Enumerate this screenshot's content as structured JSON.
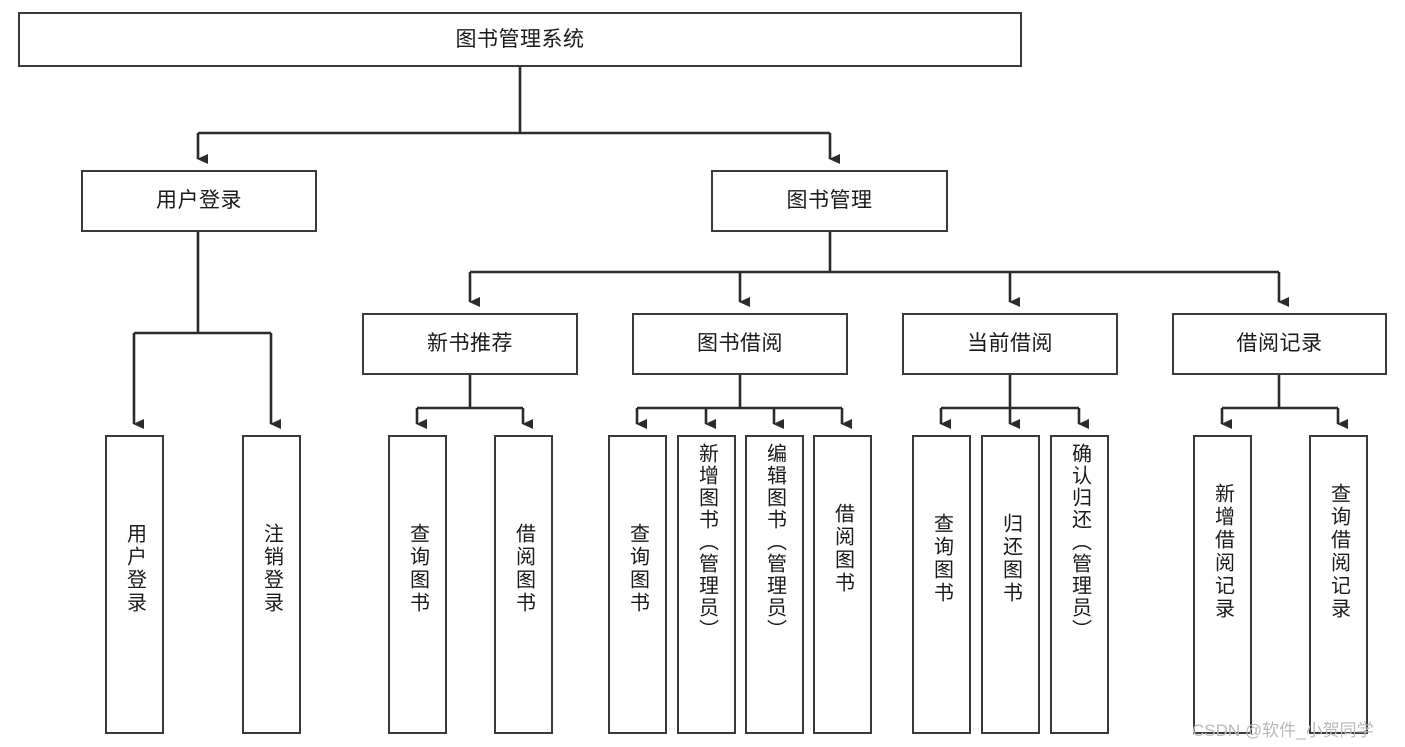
{
  "diagram": {
    "title": "图书管理系统",
    "type": "hierarchy-tree",
    "colors": {
      "box_stroke": "#3a3a3a",
      "box_fill": "#ffffff",
      "connector": "#2b2b2b",
      "text": "#1a1a1a",
      "watermark": "#b9b9b9"
    },
    "nodes": {
      "root": {
        "label": "图书管理系统"
      },
      "level2": [
        {
          "id": "user-login",
          "label": "用户登录"
        },
        {
          "id": "book-manage",
          "label": "图书管理"
        }
      ],
      "level3": [
        {
          "id": "new-book-recommend",
          "label": "新书推荐"
        },
        {
          "id": "book-borrow",
          "label": "图书借阅"
        },
        {
          "id": "current-borrow",
          "label": "当前借阅"
        },
        {
          "id": "borrow-record",
          "label": "借阅记录"
        }
      ],
      "leaves": {
        "user-login": [
          {
            "id": "leaf-user-login",
            "label": "用户登录"
          },
          {
            "id": "leaf-logout",
            "label": "注销登录"
          }
        ],
        "new-book-recommend": [
          {
            "id": "leaf-query-book-1",
            "label": "查询图书"
          },
          {
            "id": "leaf-borrow-book-1",
            "label": "借阅图书"
          }
        ],
        "book-borrow": [
          {
            "id": "leaf-query-book-2",
            "label": "查询图书"
          },
          {
            "id": "leaf-add-book",
            "label": "新增图书（管理员）"
          },
          {
            "id": "leaf-edit-book",
            "label": "编辑图书（管理员）"
          },
          {
            "id": "leaf-borrow-book-2",
            "label": "借阅图书"
          }
        ],
        "current-borrow": [
          {
            "id": "leaf-query-book-3",
            "label": "查询图书"
          },
          {
            "id": "leaf-return-book",
            "label": "归还图书"
          },
          {
            "id": "leaf-confirm-return",
            "label": "确认归还（管理员）"
          }
        ],
        "borrow-record": [
          {
            "id": "leaf-add-record",
            "label": "新增借阅记录"
          },
          {
            "id": "leaf-query-record",
            "label": "查询借阅记录"
          }
        ]
      }
    },
    "watermark": "CSDN @软件_小贺同学"
  }
}
